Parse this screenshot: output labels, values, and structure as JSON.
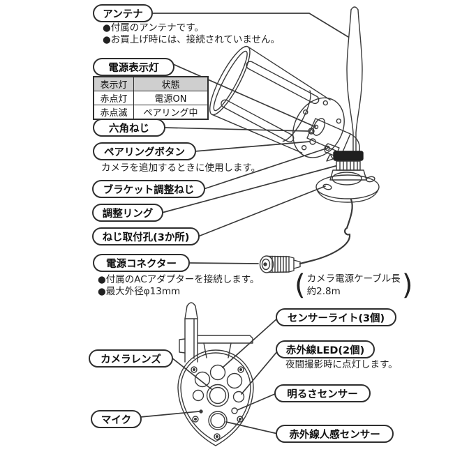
{
  "page": {
    "background": "#ffffff",
    "line_color": "#3a3a3a",
    "table_header_bg": "#cfcfcf"
  },
  "labels": {
    "antenna": {
      "label": "アンテナ",
      "notes": [
        "●付属のアンテナです。",
        "●お買上げ時には、接続されていません。"
      ]
    },
    "power_indicator": {
      "label": "電源表示灯"
    },
    "indicator_table": {
      "headers": [
        "表示灯",
        "状態"
      ],
      "rows": [
        [
          "赤点灯",
          "電源ON"
        ],
        [
          "赤点滅",
          "ペアリング中"
        ]
      ]
    },
    "hex_screw": {
      "label": "六角ねじ"
    },
    "pairing_button": {
      "label": "ペアリングボタン",
      "note": "カメラを追加するときに使用します。"
    },
    "bracket_screw": {
      "label": "ブラケット調整ねじ"
    },
    "adjust_ring": {
      "label": "調整リング"
    },
    "mount_holes": {
      "label": "ねじ取付孔(3か所)"
    },
    "power_connector": {
      "label": "電源コネクター",
      "notes": [
        "●付属のACアダプターを接続します。",
        "●最大外径φ13mm"
      ]
    },
    "cable_note": {
      "paren_open": "(",
      "line1": "カメラ電源ケーブル長",
      "line2": "約2.8m",
      "paren_close": ")"
    },
    "sensor_light": {
      "label": "センサーライト(3個)"
    },
    "ir_led": {
      "label": "赤外線LED(2個)",
      "note": "夜間撮影時に点灯します。"
    },
    "brightness_sensor": {
      "label": "明るさセンサー"
    },
    "camera_lens": {
      "label": "カメラレンズ"
    },
    "mic": {
      "label": "マイク"
    },
    "ir_motion_sensor": {
      "label": "赤外線人感センサー"
    }
  }
}
